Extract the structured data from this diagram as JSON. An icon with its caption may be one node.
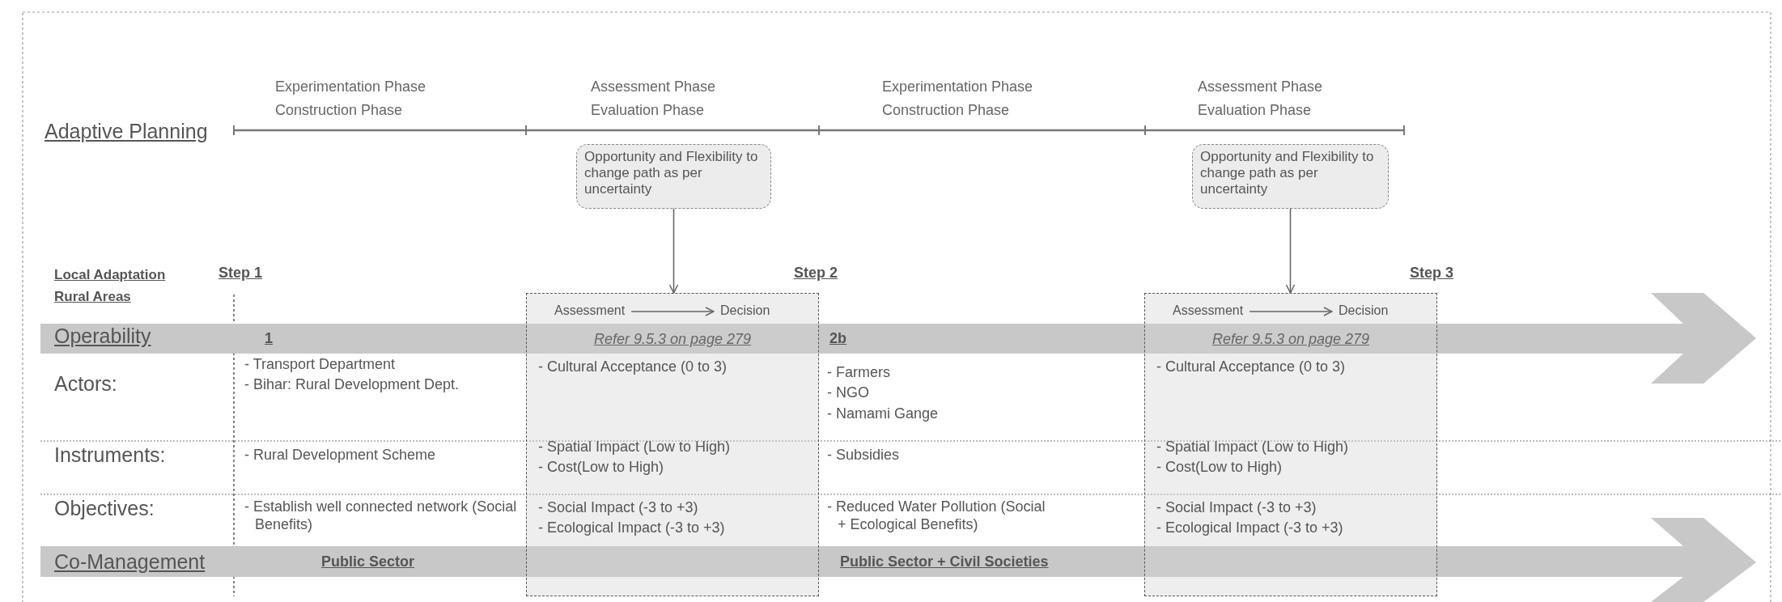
{
  "diagram": {
    "nodes": [
      {
        "text": [
          "Opportunity and Flexibility to change path as per uncertainty"
        ]
      },
      {
        "text": [
          "Refer 9.5.3 on page 279",
          "- Cultural Acceptance (0 to 3)",
          "- Spatial Impact (Low to High)",
          "- Cost(Low to High)",
          "- Social Impact (-3 to +3)",
          "- Ecological Impact (-3 to +3)"
        ]
      },
      {
        "text": [
          "Assessment"
        ],
        "in": 1
      },
      {
        "text": [
          "Decision"
        ],
        "in": 1
      },
      {
        "text": [
          "Opportunity and Flexibility to change path as per uncertainty"
        ]
      },
      {
        "text": [
          "Refer 9.5.3 on page 279",
          "- Cultural Acceptance (0 to 3)",
          "- Spatial Impact (Low to High)",
          "- Cost(Low to High)",
          "- Social Impact (-3 to +3)",
          "- Ecological Impact (-3 to +3)"
        ]
      },
      {
        "text": [
          "Assessment"
        ],
        "in": 5
      },
      {
        "text": [
          "Decision"
        ],
        "in": 5
      }
    ],
    "edges": [
      {
        "from": 0,
        "to": 1,
        "arrow": "to"
      },
      {
        "from": 2,
        "to": 3,
        "arrow": "to"
      },
      {
        "from": 4,
        "to": 5,
        "arrow": "to"
      },
      {
        "from": 6,
        "to": 7,
        "arrow": "to"
      }
    ],
    "labels": [
      "Experimentation Phase",
      "Construction Phase",
      "Assessment Phase",
      "Evaluation Phase",
      "Experimentation Phase",
      "Construction Phase",
      "Assessment Phase",
      "Evaluation Phase",
      "Adaptive Planning",
      "Local Adaptation Rural Areas",
      "Step 1",
      "Step 2",
      "Step 3",
      "Operability",
      "1",
      "2b",
      "Actors:",
      "- Transport Department",
      "- Bihar: Rural Development Dept.",
      "- Farmers",
      "- NGO",
      "- Namami Gange",
      "Instruments:",
      "- Rural Development Scheme",
      "- Subsidies",
      "Objectives:",
      "- Establish well connected network (Social Benefits)",
      "- Reduced Water Pollution (Social + Ecological Benefits)",
      "Co-Management",
      "Public Sector",
      "Public Sector + Civil Societies"
    ]
  }
}
